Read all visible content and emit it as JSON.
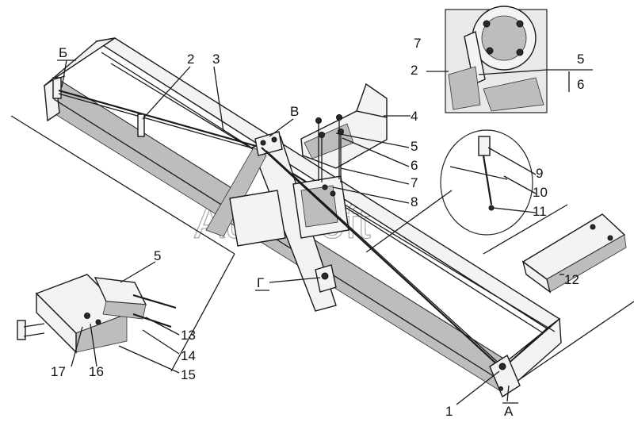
{
  "watermark": "AutoSoft",
  "callouts": {
    "b_top": "Б",
    "v_top": "В",
    "g_mid": "Г",
    "a_bottom": "А",
    "n1": "1",
    "n2": "2",
    "n3": "3",
    "n4": "4",
    "n5_main": "5",
    "n6_main": "6",
    "n7_main": "7",
    "n8": "8",
    "n9": "9",
    "n10": "10",
    "n11": "11",
    "n12": "12",
    "n13": "13",
    "n14": "14",
    "n15": "15",
    "n16": "16",
    "n17": "17",
    "inset_7": "7",
    "inset_2": "2",
    "inset_5": "5",
    "inset_6": "6",
    "left_5": "5"
  }
}
